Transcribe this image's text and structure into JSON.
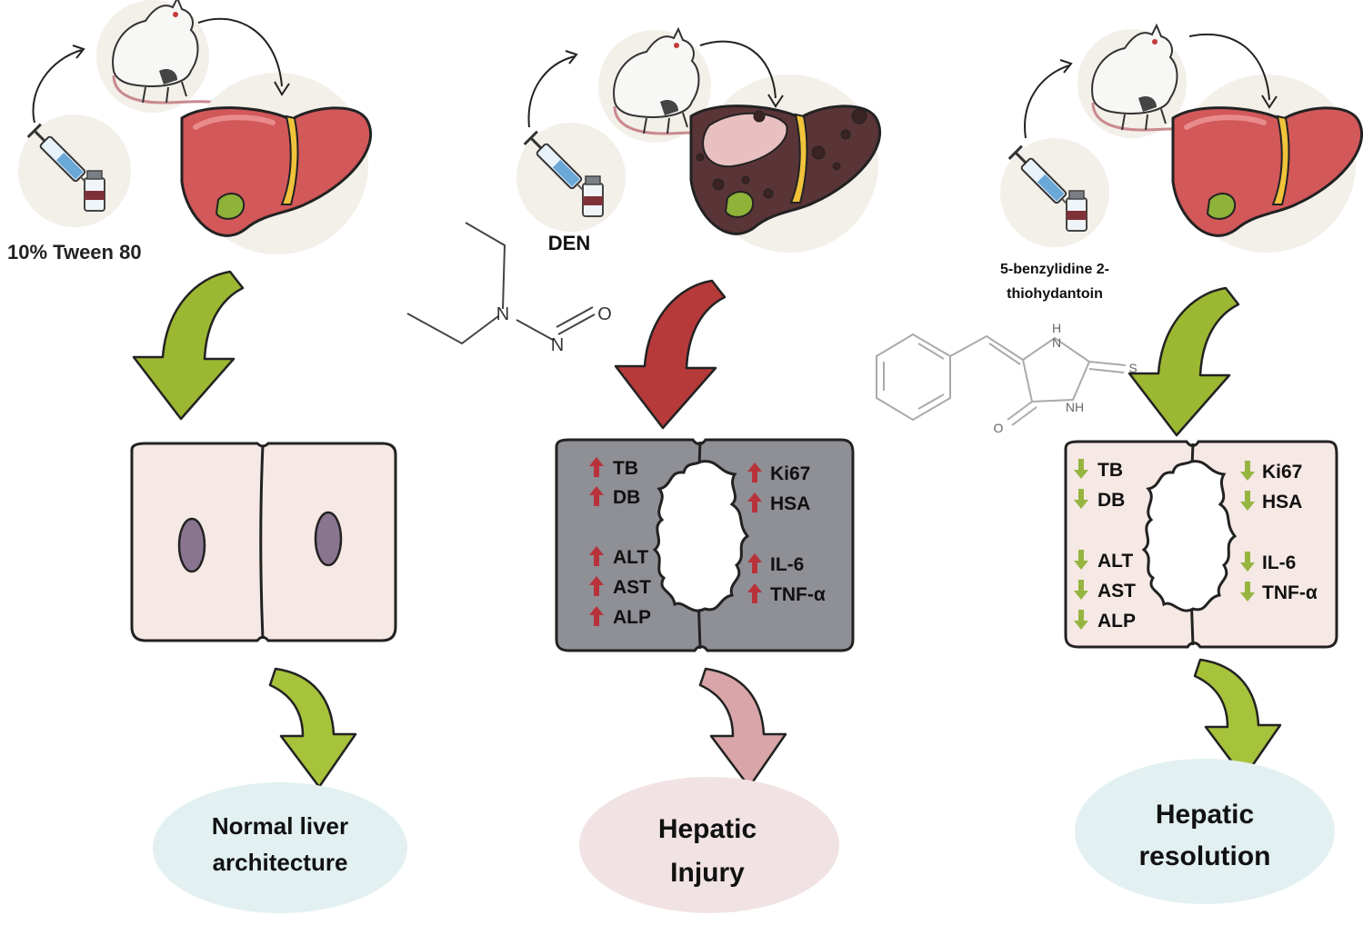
{
  "columns": [
    {
      "id": "control",
      "treatment_label": "10% Tween 80",
      "markers_left": [],
      "markers_right": [],
      "outcome_lines": [
        "Normal liver",
        "architecture"
      ]
    },
    {
      "id": "den",
      "treatment_label": "DEN",
      "markers_left": [
        "TB",
        "DB",
        "ALT",
        "AST",
        "ALP"
      ],
      "markers_right": [
        "Ki67",
        "HSA",
        "IL-6",
        "TNF-α"
      ],
      "marker_direction": "up",
      "outcome_lines": [
        "Hepatic",
        "Injury"
      ]
    },
    {
      "id": "treated",
      "treatment_label_lines": [
        "5-benzylidine 2-",
        "thiohydantoin"
      ],
      "markers_left": [
        "TB",
        "DB",
        "ALT",
        "AST",
        "ALP"
      ],
      "markers_right": [
        "Ki67",
        "HSA",
        "IL-6",
        "TNF-α"
      ],
      "marker_direction": "down",
      "outcome_lines": [
        "Hepatic",
        "resolution"
      ]
    }
  ],
  "chem_atoms": {
    "den": {
      "n1": "N",
      "n2": "N",
      "o": "O"
    },
    "thio": {
      "h1": "H",
      "n1": "N",
      "s": "S",
      "nh": "NH",
      "o": "O"
    }
  },
  "colors": {
    "green_arrow": "#9cb832",
    "red_arrow": "#b63a3a",
    "pink_arrow": "#d9a5a8",
    "up_marker": "#b8323a",
    "down_marker": "#95b540",
    "cell_normal": "#f6e8e4",
    "cell_injured": "#8f8f96",
    "nucleus": "#8a7590",
    "liver": "#d2585a",
    "outcome_blue": "#e2f0f1",
    "outcome_pink": "#f1e2e4"
  }
}
